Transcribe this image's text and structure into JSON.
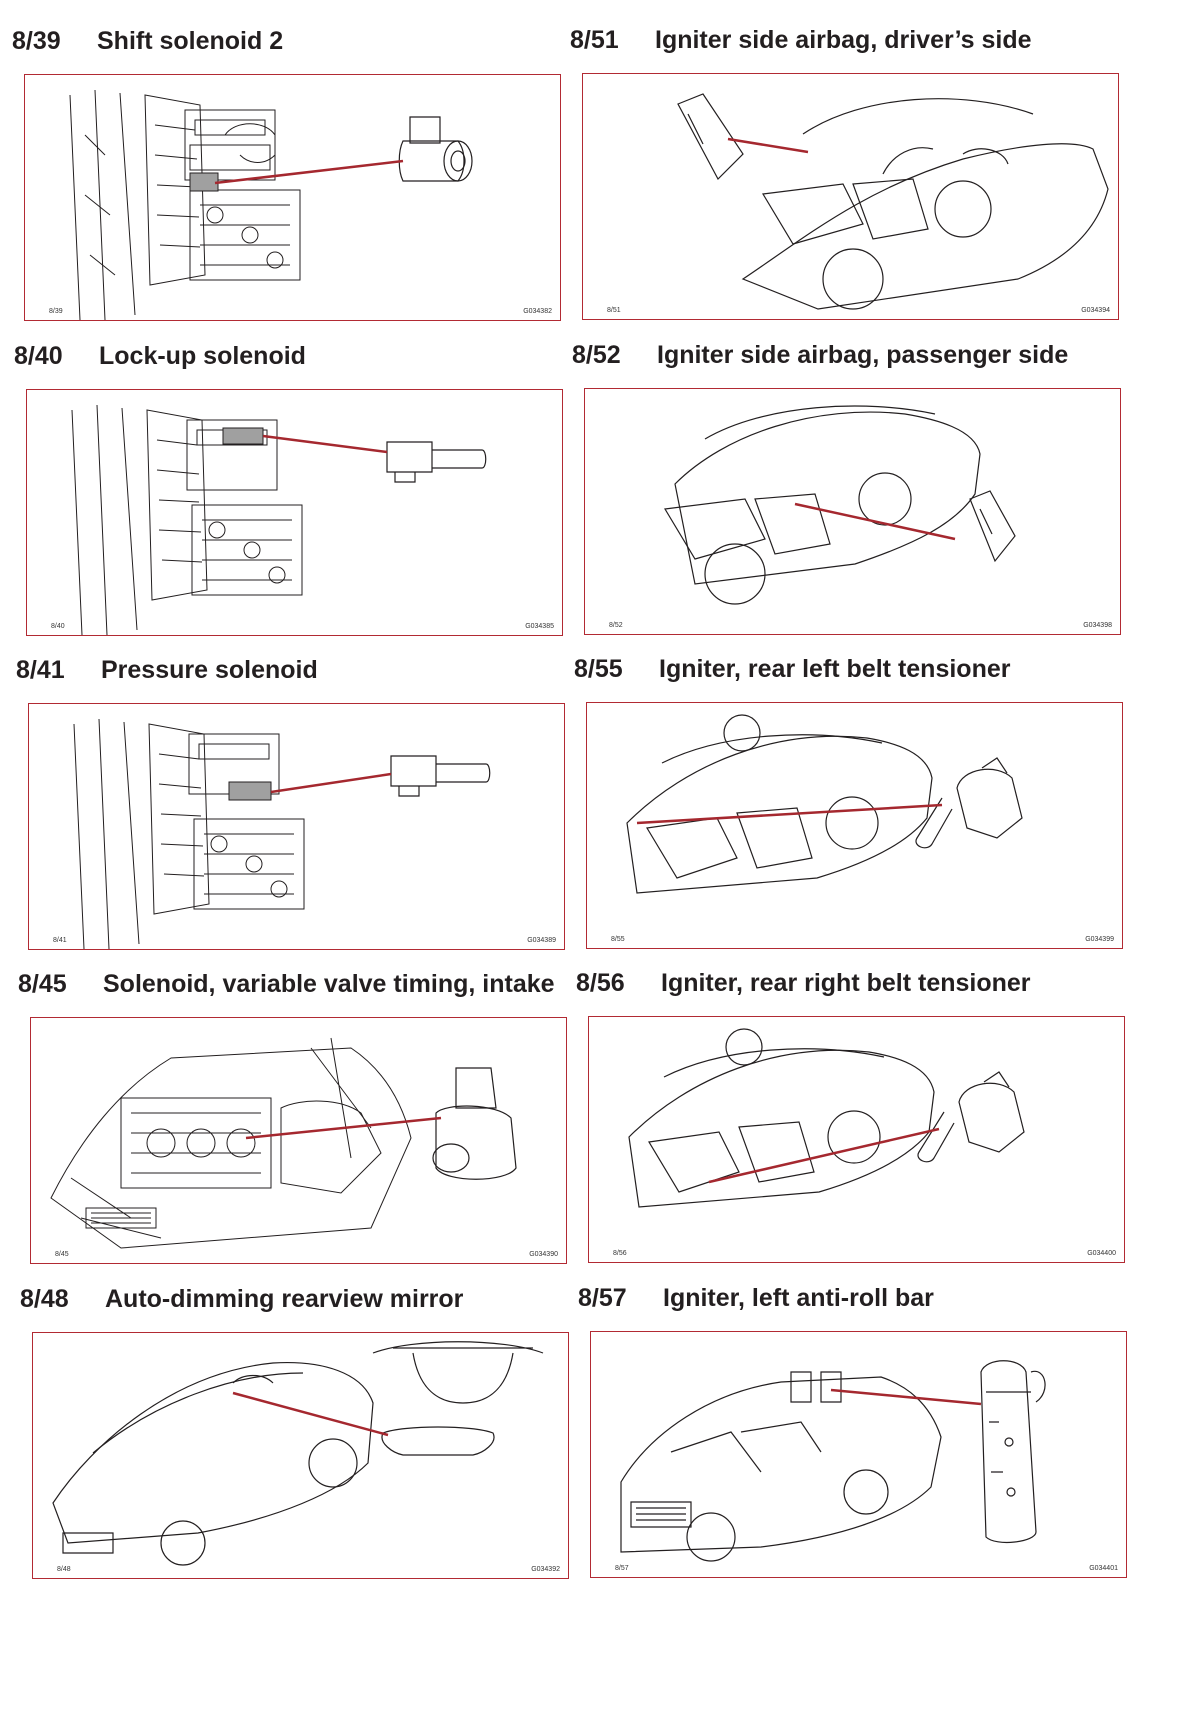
{
  "entries": [
    {
      "code": "8/39",
      "title": "Shift solenoid 2",
      "fig_code": "8/39",
      "fig_id": "G034382",
      "illustration": "transmission-valve-body"
    },
    {
      "code": "8/51",
      "title": "Igniter side airbag, driver’s side",
      "fig_code": "8/51",
      "fig_id": "G034394",
      "illustration": "car-interior-driver"
    },
    {
      "code": "8/40",
      "title": "Lock-up solenoid",
      "fig_code": "8/40",
      "fig_id": "G034385",
      "illustration": "transmission-valve-body"
    },
    {
      "code": "8/52",
      "title": "Igniter side airbag, passenger side",
      "fig_code": "8/52",
      "fig_id": "G034398",
      "illustration": "car-interior-passenger"
    },
    {
      "code": "8/41",
      "title": "Pressure solenoid",
      "fig_code": "8/41",
      "fig_id": "G034389",
      "illustration": "transmission-valve-body"
    },
    {
      "code": "8/55",
      "title": "Igniter, rear left belt tensioner",
      "fig_code": "8/55",
      "fig_id": "G034399",
      "illustration": "car-interior-belt"
    },
    {
      "code": "8/45",
      "title": "Solenoid, variable valve timing, intake",
      "fig_code": "8/45",
      "fig_id": "G034390",
      "illustration": "engine-bay"
    },
    {
      "code": "8/56",
      "title": "Igniter, rear right belt tensioner",
      "fig_code": "8/56",
      "fig_id": "G034400",
      "illustration": "car-interior-belt"
    },
    {
      "code": "8/48",
      "title": "Auto-dimming rearview mirror",
      "fig_code": "8/48",
      "fig_id": "G034392",
      "illustration": "car-mirror"
    },
    {
      "code": "8/57",
      "title": "Igniter, left anti-roll bar",
      "fig_code": "8/57",
      "fig_id": "G034401",
      "illustration": "convertible-rollbar"
    }
  ],
  "colors": {
    "frame": "#b22a33",
    "leader": "#a5282f",
    "ink": "#231f20"
  }
}
